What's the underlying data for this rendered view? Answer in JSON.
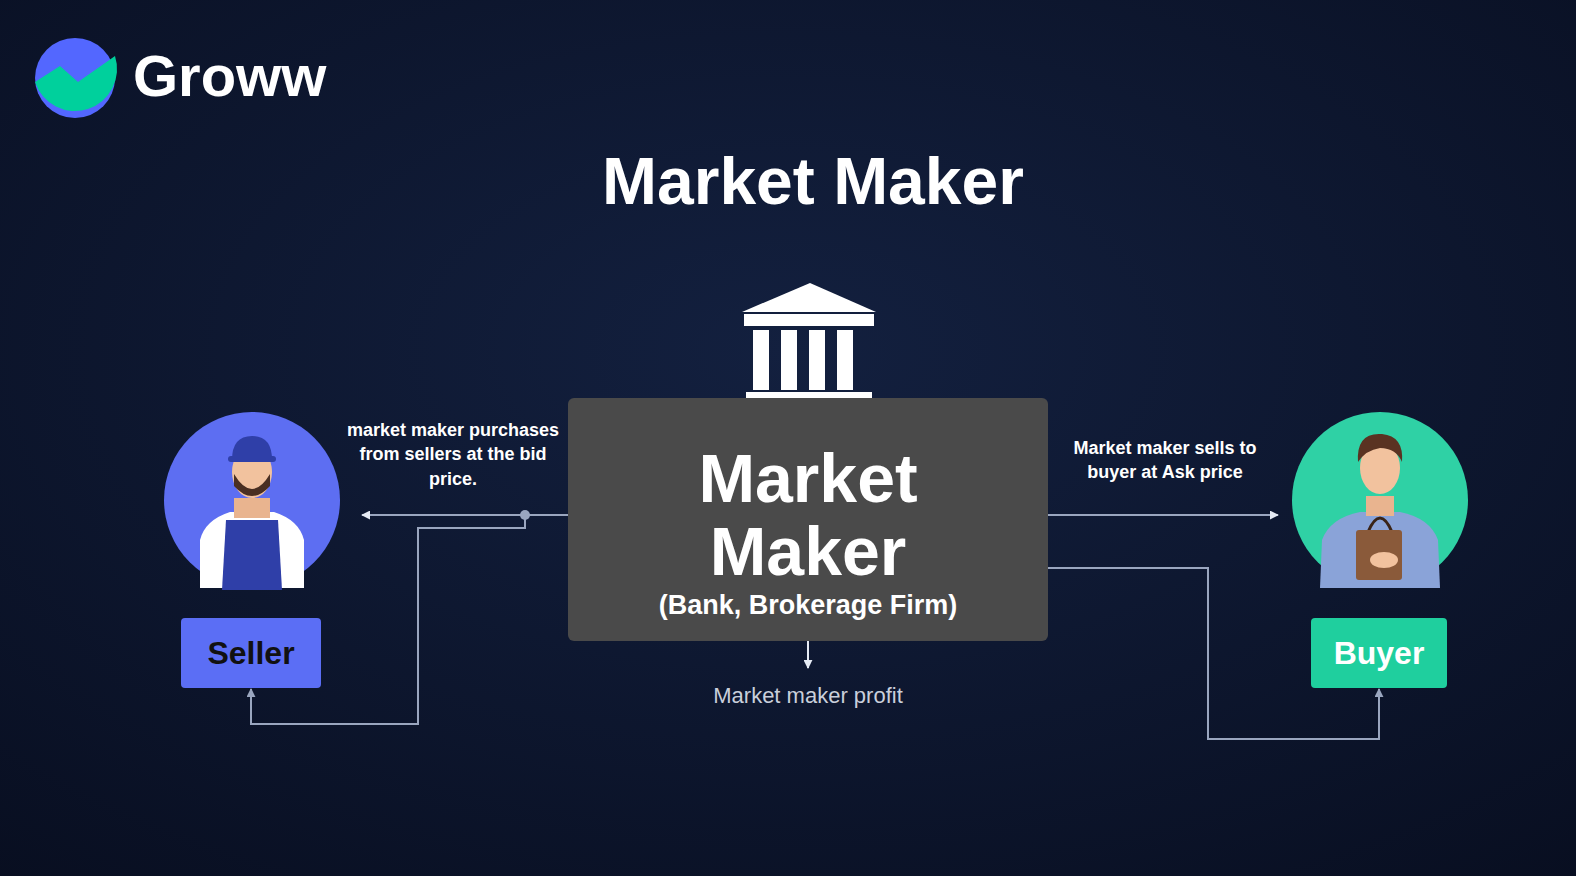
{
  "diagram": {
    "title": "Market Maker",
    "nodes": [
      {
        "text": [
          "Seller"
        ]
      },
      {
        "text": [
          "Market Maker",
          "(Bank, Brokerage Firm)"
        ]
      },
      {
        "text": [
          "Buyer"
        ]
      }
    ],
    "edges": [
      {
        "from": 1,
        "to": 0,
        "arrow": "to",
        "label": "market maker purchases from sellers at the bid price."
      },
      {
        "from": 1,
        "to": 2,
        "arrow": "to",
        "label": "Market maker sells to buyer at Ask price"
      }
    ],
    "labels": [
      "Groww",
      "Market maker profit"
    ]
  }
}
